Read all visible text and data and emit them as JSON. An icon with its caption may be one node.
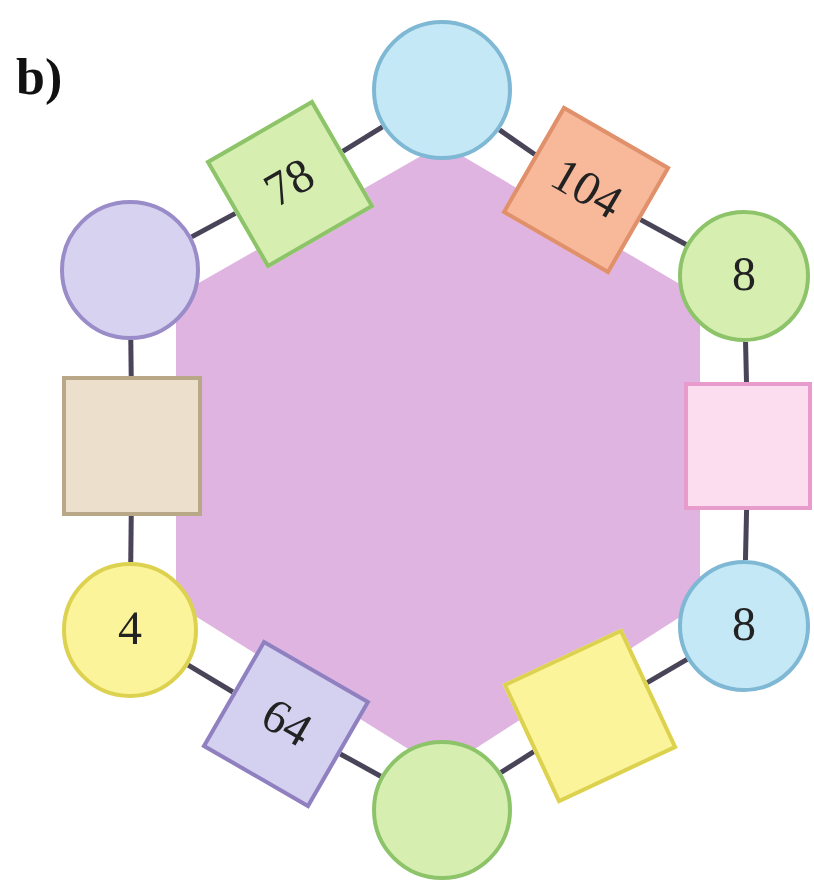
{
  "diagram": {
    "nodes": [
      {
        "text": [],
        "shape": "circle"
      },
      {
        "text": [
          "78"
        ]
      },
      {
        "text": [
          "104"
        ]
      },
      {
        "text": [],
        "shape": "circle"
      },
      {
        "text": [
          "8"
        ]
      },
      {
        "text": [],
        "shape": "box"
      },
      {
        "text": [],
        "shape": "box"
      },
      {
        "text": [
          "4"
        ]
      },
      {
        "text": [
          "8"
        ]
      },
      {
        "text": [
          "64"
        ]
      },
      {
        "text": [],
        "shape": "box"
      },
      {
        "text": [],
        "shape": "circle"
      }
    ],
    "edges": [
      {
        "from": 0,
        "to": 1,
        "arrow": "none"
      },
      {
        "from": 1,
        "to": 3,
        "arrow": "none"
      },
      {
        "from": 3,
        "to": 5,
        "arrow": "none"
      },
      {
        "from": 5,
        "to": 7,
        "arrow": "none"
      },
      {
        "from": 7,
        "to": 9,
        "arrow": "none"
      },
      {
        "from": 9,
        "to": 11,
        "arrow": "none"
      },
      {
        "from": 11,
        "to": 10,
        "arrow": "none"
      },
      {
        "from": 10,
        "to": 8,
        "arrow": "none"
      },
      {
        "from": 8,
        "to": 6,
        "arrow": "none"
      },
      {
        "from": 6,
        "to": 4,
        "arrow": "none"
      },
      {
        "from": 4,
        "to": 2,
        "arrow": "none"
      },
      {
        "from": 2,
        "to": 0,
        "arrow": "none"
      }
    ],
    "labels": [
      "b)"
    ]
  }
}
